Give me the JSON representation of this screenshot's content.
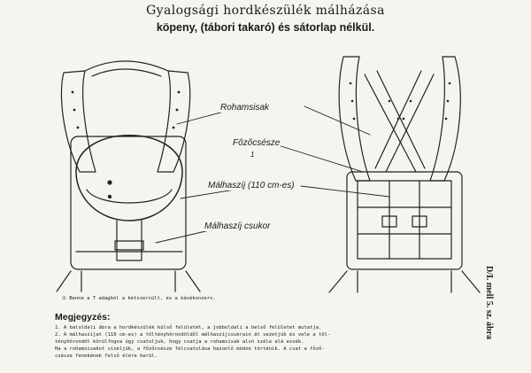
{
  "title": {
    "line1": "Gyalogsági hordkészülék málházása",
    "line2": "köpeny, (tábori takaró) és sátorlap nélkül."
  },
  "labels": {
    "rohamsisak": "Rohamsisak",
    "fozocsesze": "Főzőcsésze",
    "fozocsesze_ref": "1",
    "malhaszij": "Málhaszíj (110 cm-es)",
    "malhaszij_csukor": "Málhaszíj csukor"
  },
  "footnote": "① Benne a T adagból a kétszersült, és a kávékonzerv.",
  "megjegyzes": {
    "heading": "Megjegyzés:",
    "lines": [
      "1. A baloldali ábra a hordkészülék külső felületét, a jobboldali a belső felületet mutatja.",
      "2. A málhaszíjat (110 cm-es) a töltényhörondöldől málhaszíjcsukrain át vezetjük és vele a töl-",
      "   tényhörondöt körülfogva úgy csatoljuk, hogy csatja a rohamsisak alsó széle alá essék.",
      "Ha a rohamsisakot viseljük, a főzőcsésze felcsatolása hasonló módon történik. A csat a főző-",
      "   csésze fenekének felső élére kerül."
    ]
  },
  "side_note": "D/I. mell 5. sz. ábra"
}
